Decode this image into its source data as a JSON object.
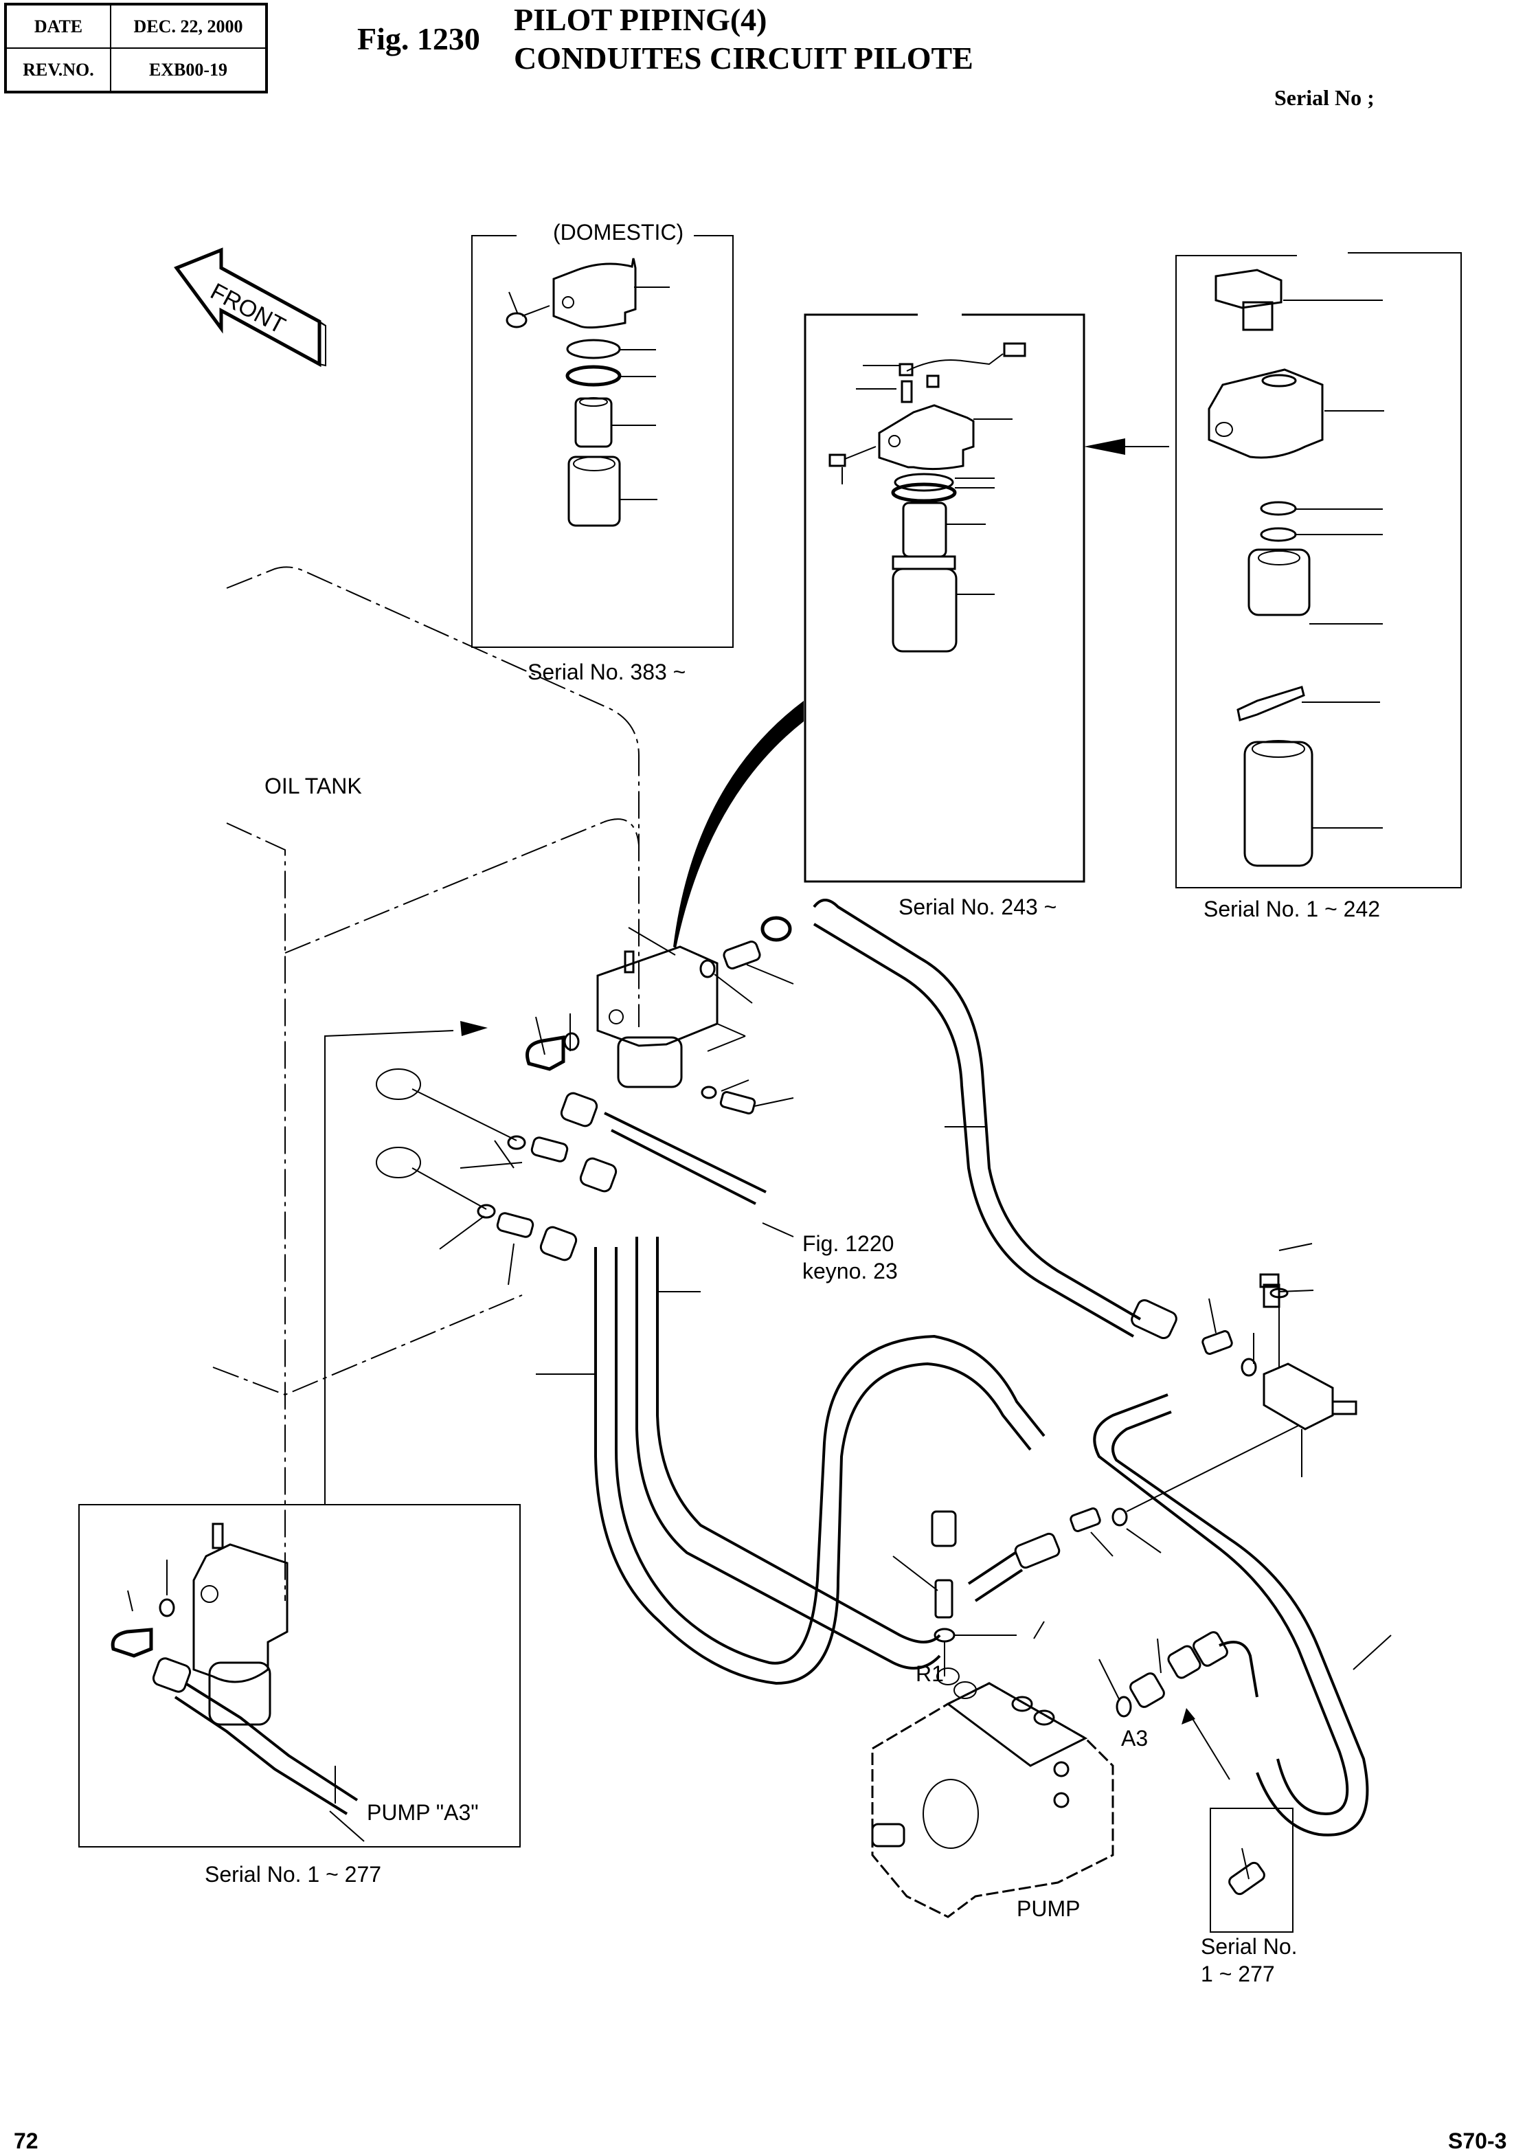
{
  "header": {
    "date_label": "DATE",
    "date_value": "DEC. 22, 2000",
    "rev_label": "REV.NO.",
    "rev_value": "EXB00-19",
    "figure_number": "Fig. 1230",
    "title_en": "PILOT PIPING(4)",
    "title_fr": "CONDUITES CIRCUIT PILOTE",
    "serial_label": "Serial No ;"
  },
  "diagram": {
    "front_arrow_label": "FRONT",
    "oil_tank_label": "OIL TANK",
    "domestic_inset": {
      "title": "(DOMESTIC)",
      "caption": "Serial No. 383 ~"
    },
    "inset_243": {
      "caption": "Serial No. 243 ~"
    },
    "inset_1_242": {
      "caption": "Serial No. 1 ~ 242"
    },
    "pump_inset": {
      "label": "PUMP  \"A3\"",
      "caption": "Serial No. 1 ~ 277"
    },
    "fitting_inset": {
      "caption_line1": "Serial No.",
      "caption_line2": "1 ~ 277"
    },
    "reference": {
      "line1": "Fig. 1220",
      "line2": "keyno. 23"
    },
    "port_labels": {
      "r1": "R1",
      "a3": "A3"
    },
    "pump_label": "PUMP"
  },
  "footer": {
    "page_number": "72",
    "model_code": "S70-3"
  }
}
